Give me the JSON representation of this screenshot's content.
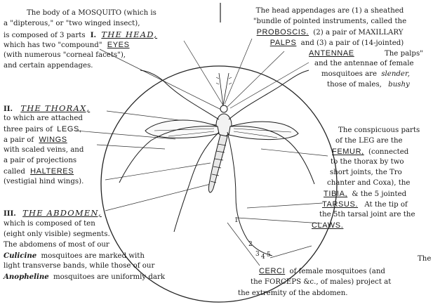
{
  "intro": {
    "line1": "The body of a MOSQUITO (which is",
    "line2": "a \"dipterous,\" or \"two winged insect),",
    "line3_pre": "is composed of 3 parts",
    "numeral1": "I.",
    "the_head": "THE HEAD,",
    "head_line1_pre": "which has two \"compound\"",
    "eyes": "EYES",
    "head_line2": "(with numerous \"corneal facets\"),",
    "head_line3": "and certain appendages."
  },
  "thorax": {
    "numeral": "II.",
    "title": "THE THORAX,",
    "l1": "to which are attached",
    "l2_pre": "three pairs of",
    "legs": "LEGS,",
    "l3_pre": "a pair of",
    "wings": "WINGS",
    "l4": "with scaled veins, and",
    "l5": "a pair of projections",
    "l6_pre": "called",
    "halteres": "HALTERES",
    "l7": "(vestigial hind wings)."
  },
  "abdomen": {
    "numeral": "III.",
    "title": "THE ABDOMEN,",
    "l1": "which is composed of ten",
    "l2": "(eight only visible) segments.",
    "l3": "The abdomens of most of our",
    "culicine": "Culicine",
    "l4_post": "mosquitoes are marked with",
    "l5": "light transverse bands, while those of our",
    "anopheline": "Anopheline",
    "l6_post": "mosquitoes are uniformly dark"
  },
  "head_appendages": {
    "l1": "The head appendages are (1) a sheathed",
    "l2": "\"bundle of pointed instruments, called the",
    "proboscis": "PROBOSCIS.",
    "l3_post": "(2) a pair of MAXILLARY",
    "palps": "PALPS",
    "l4_post": "and (3) a pair of (14-jointed)",
    "antennae": "ANTENNAE",
    "l5_post": "The palps\"",
    "l6": "and the antennae of female",
    "l7_pre": "mosquitoes are",
    "slender": "slender,",
    "l8_pre": "those of males,",
    "bushy": "bushy"
  },
  "leg": {
    "l1": "The conspicuous parts",
    "l2": "of the LEG are the",
    "femur": "FEMUR,",
    "l3_post": "(connected",
    "l4": "to the thorax by two",
    "l5": "short joints, the Tro",
    "l6": "chanter and Coxa), the",
    "tibia": "TIBIA,",
    "l7_post": "& the 5 jointed",
    "tarsus": "TARSUS.",
    "l8_post": "At the tip of",
    "l9": "the 5th tarsal joint are the",
    "claws": "CLAWS."
  },
  "cerci": {
    "l1": "The",
    "cerci": "CERCI",
    "l2_post": "of female mosquitoes (and",
    "l3": "the FORCEPS &c., of males) project at",
    "l4": "the extremity of the abdomen."
  },
  "tarsal_numbers": [
    "1",
    "2",
    "3",
    "4",
    "5"
  ]
}
